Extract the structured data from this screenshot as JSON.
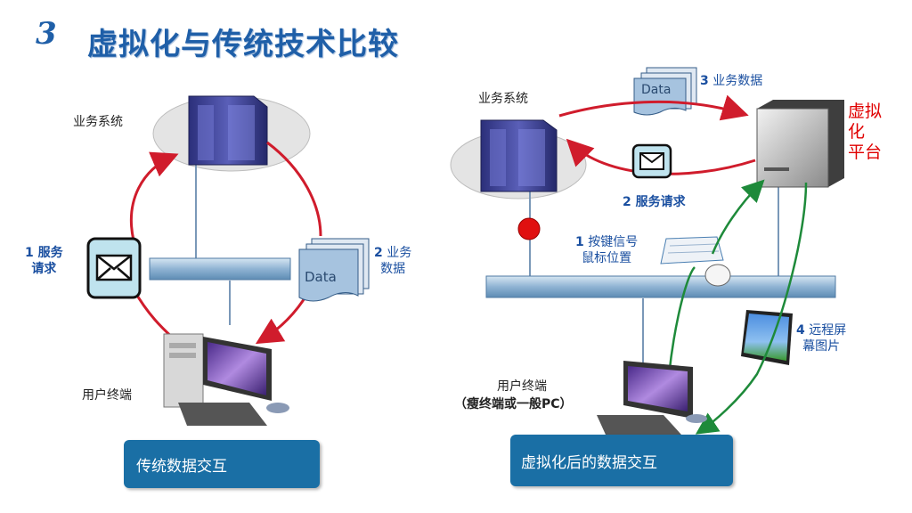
{
  "title": {
    "number": "3",
    "text": "虚拟化与传统技术比较"
  },
  "left": {
    "business_system": "业务系统",
    "service_request_num": "1",
    "service_request_a": "服务",
    "service_request_b": "请求",
    "business_data_num": "2",
    "business_data_a": "业务",
    "business_data_b": "数据",
    "data_doc": "Data",
    "user_terminal": "用户终端",
    "caption": "传统数据交互"
  },
  "right": {
    "business_system": "业务系统",
    "data_doc": "Data",
    "business_data_num": "3",
    "business_data": "业务数据",
    "virt_line1": "虚拟",
    "virt_line2": "化",
    "virt_line3": "平台",
    "service_request_num": "2",
    "service_request": "服务请求",
    "key_signal_num": "1",
    "key_signal": "按键信号",
    "mouse_pos": "鼠标位置",
    "remote_num": "4",
    "remote_a": "远程屏",
    "remote_b": "幕图片",
    "user_terminal": "用户终端",
    "user_terminal_sub": "（瘦终端或一般PC）",
    "caption": "虚拟化后的数据交互"
  },
  "colors": {
    "arrow_red": "#d01c2c",
    "arrow_green": "#1e8a3a",
    "caption_bg": "#1a6fa5",
    "title": "#1f5fa8"
  }
}
